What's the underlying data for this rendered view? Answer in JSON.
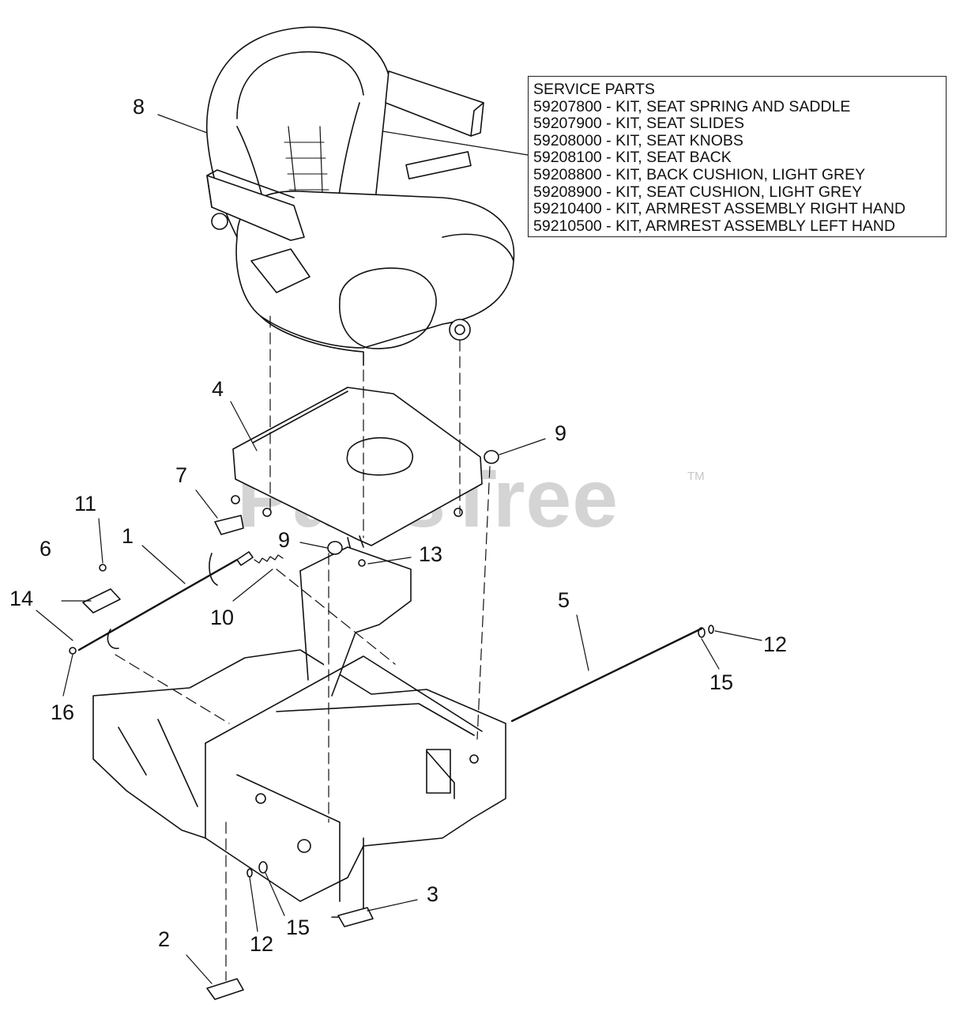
{
  "watermark": {
    "text": "PartsTree",
    "tm": "TM"
  },
  "service_parts": {
    "heading": "SERVICE PARTS",
    "items": [
      "59207800 - KIT, SEAT SPRING AND SADDLE",
      "59207900 - KIT, SEAT SLIDES",
      "59208000 - KIT, SEAT KNOBS",
      "59208100 - KIT, SEAT BACK",
      "59208800 - KIT, BACK CUSHION, LIGHT GREY",
      "59208900 - KIT, SEAT CUSHION, LIGHT GREY",
      "59210400 - KIT, ARMREST ASSEMBLY RIGHT HAND",
      "59210500 - KIT, ARMREST ASSEMBLY LEFT HAND"
    ]
  },
  "callouts": {
    "c8": "8",
    "c4": "4",
    "c9a": "9",
    "c7": "7",
    "c11": "11",
    "c1": "1",
    "c6": "6",
    "c9b": "9",
    "c13": "13",
    "c14": "14",
    "c10": "10",
    "c5": "5",
    "c12a": "12",
    "c15a": "15",
    "c16": "16",
    "c3": "3",
    "c2": "2",
    "c12b": "12",
    "c15b": "15"
  }
}
